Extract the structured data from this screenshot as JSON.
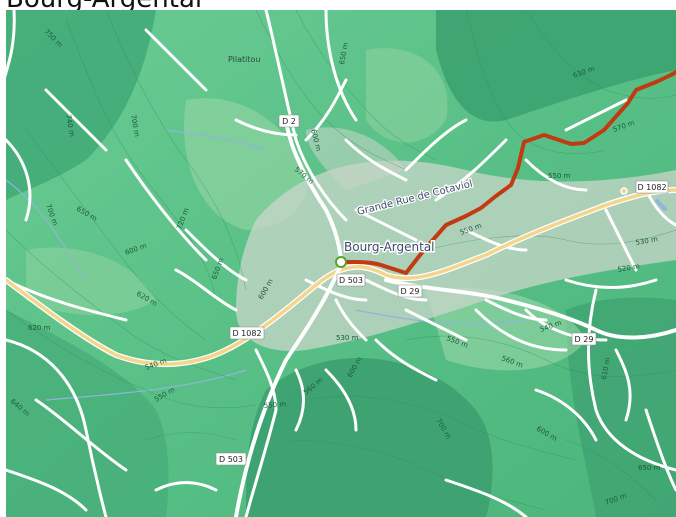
{
  "page": {
    "title": "Bourg-Argental"
  },
  "map": {
    "town_label": "Bourg-Argental",
    "street_label": "Grande Rue de Cotaviol",
    "hamlet_label": "Pilatitou",
    "roads": [
      {
        "id": "d2",
        "label": "D 2"
      },
      {
        "id": "d1082-east",
        "label": "D 1082"
      },
      {
        "id": "d1082-west",
        "label": "D 1082"
      },
      {
        "id": "d503-north",
        "label": "D 503"
      },
      {
        "id": "d503-south",
        "label": "D 503"
      },
      {
        "id": "d29-center",
        "label": "D 29"
      },
      {
        "id": "d29-east",
        "label": "D 29"
      }
    ],
    "contours": [
      {
        "id": "c1",
        "label": "750 m"
      },
      {
        "id": "c2",
        "label": "700 m"
      },
      {
        "id": "c3",
        "label": "740 m"
      },
      {
        "id": "c4",
        "label": "720 m"
      },
      {
        "id": "c5",
        "label": "650 m"
      },
      {
        "id": "c6",
        "label": "700 m"
      },
      {
        "id": "c7",
        "label": "650 m"
      },
      {
        "id": "c8",
        "label": "600 m"
      },
      {
        "id": "c9",
        "label": "620 m"
      },
      {
        "id": "c10",
        "label": "570 m"
      },
      {
        "id": "c11",
        "label": "600 m"
      },
      {
        "id": "c12",
        "label": "650 m"
      },
      {
        "id": "c13",
        "label": "630 m"
      },
      {
        "id": "c14",
        "label": "570 m"
      },
      {
        "id": "c15",
        "label": "550 m"
      },
      {
        "id": "c16",
        "label": "530 m"
      },
      {
        "id": "c17",
        "label": "520 m"
      },
      {
        "id": "c18",
        "label": "550 m"
      },
      {
        "id": "c19",
        "label": "540 m"
      },
      {
        "id": "c20",
        "label": "550 m"
      },
      {
        "id": "c21",
        "label": "560 m"
      },
      {
        "id": "c22",
        "label": "610 m"
      },
      {
        "id": "c23",
        "label": "550 m"
      },
      {
        "id": "c24",
        "label": "600 m"
      },
      {
        "id": "c25",
        "label": "700 m"
      },
      {
        "id": "c26",
        "label": "600 m"
      },
      {
        "id": "c27",
        "label": "650 m"
      },
      {
        "id": "c28",
        "label": "700 m"
      },
      {
        "id": "c29",
        "label": "640 m"
      },
      {
        "id": "c30",
        "label": "620 m"
      },
      {
        "id": "c31",
        "label": "540 m"
      },
      {
        "id": "c32",
        "label": "550 m"
      },
      {
        "id": "c33",
        "label": "560 m"
      },
      {
        "id": "c34",
        "label": "530 m"
      },
      {
        "id": "c35",
        "label": "600 m"
      }
    ],
    "colors": {
      "forest_light": "#5cc58a",
      "forest_dark": "#3aa873",
      "meadow": "#a9dcae",
      "urban": "#cfd8cf",
      "road_major": "#f3d58c",
      "road_minor": "#ffffff",
      "route": "#c23a12",
      "water": "#8fb5d8"
    }
  }
}
